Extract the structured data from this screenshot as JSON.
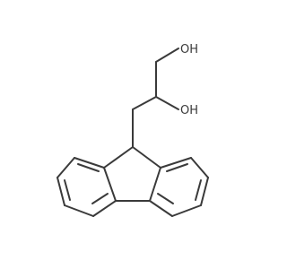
{
  "molecule": {
    "atoms": {
      "oh_top": {
        "element": "O",
        "hydrogen": "H",
        "text": "OH"
      },
      "oh_side": {
        "element": "O",
        "hydrogen": "H",
        "text": "OH"
      }
    },
    "colors": {
      "bond": "#3a3a3a",
      "background": "#ffffff"
    }
  }
}
